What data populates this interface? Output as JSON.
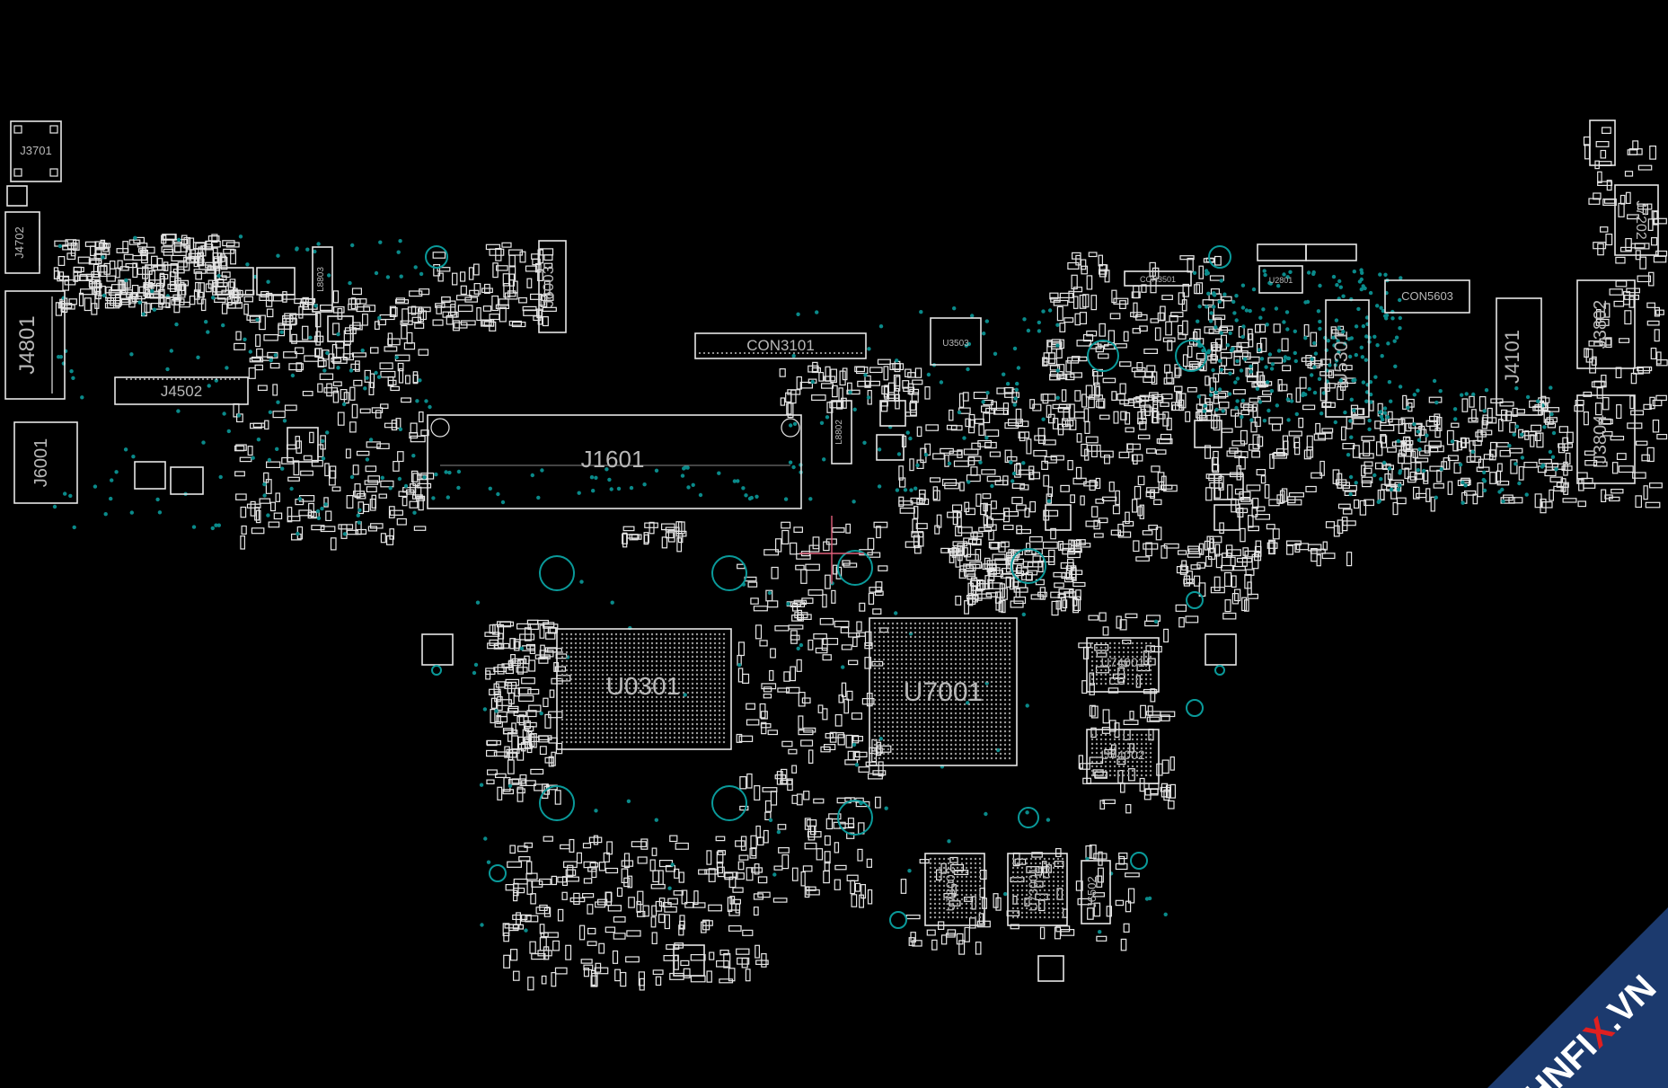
{
  "colors": {
    "background": "#000000",
    "silkscreen": "#e6e6e6",
    "via": "#0a8a8a",
    "cursor": "#e0607a",
    "watermark_bg": "#1c3a6e",
    "watermark_accent": "#e02020"
  },
  "components": [
    {
      "ref": "J3701"
    },
    {
      "ref": "J4702"
    },
    {
      "ref": "J4801"
    },
    {
      "ref": "J4502"
    },
    {
      "ref": "J6001"
    },
    {
      "ref": "L8803"
    },
    {
      "ref": "J6003"
    },
    {
      "ref": "CON3101"
    },
    {
      "ref": "J1601"
    },
    {
      "ref": "U3503"
    },
    {
      "ref": "L8802"
    },
    {
      "ref": "CON3501"
    },
    {
      "ref": "U2801"
    },
    {
      "ref": "CON5603"
    },
    {
      "ref": "U5301"
    },
    {
      "ref": "J4101"
    },
    {
      "ref": "J3802"
    },
    {
      "ref": "J3804"
    },
    {
      "ref": "J7202"
    },
    {
      "ref": "U0301"
    },
    {
      "ref": "U7001"
    },
    {
      "ref": "U74001"
    },
    {
      "ref": "U74002"
    },
    {
      "ref": "U73002"
    },
    {
      "ref": "U73001"
    },
    {
      "ref": "J6502"
    }
  ],
  "watermark": {
    "text_before": "HNFI",
    "accent": "X",
    "text_after": ".VN"
  }
}
